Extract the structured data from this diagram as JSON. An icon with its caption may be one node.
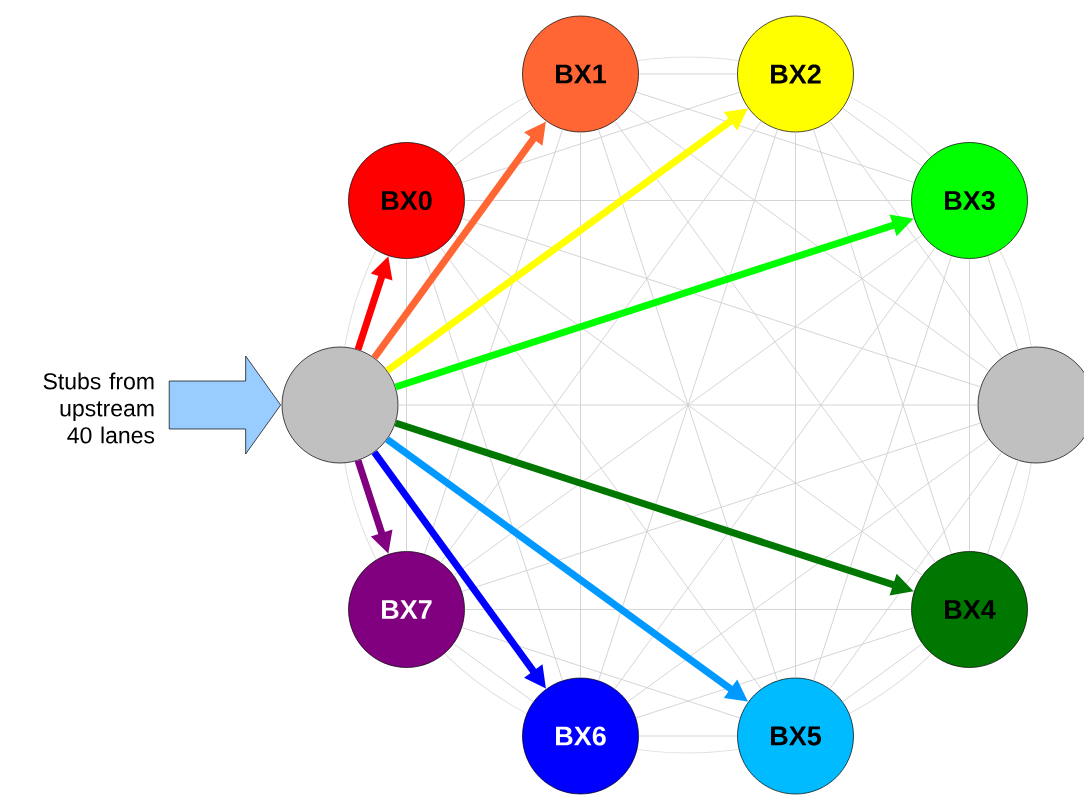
{
  "diagram": {
    "nodes": [
      {
        "text": [
          "Stubs from upstream 40 lanes"
        ]
      },
      {
        "text": [],
        "shape": "circle"
      },
      {
        "text": [
          "BX0"
        ]
      },
      {
        "text": [
          "BX1"
        ]
      },
      {
        "text": [
          "BX2"
        ]
      },
      {
        "text": [
          "BX3"
        ]
      },
      {
        "text": [],
        "shape": "circle"
      },
      {
        "text": [
          "BX4"
        ]
      },
      {
        "text": [
          "BX5"
        ]
      },
      {
        "text": [
          "BX6"
        ]
      },
      {
        "text": [
          "BX7"
        ]
      }
    ],
    "edges": [
      {
        "from": 1,
        "to": 2,
        "arrow": "none"
      },
      {
        "from": 1,
        "to": 3,
        "arrow": "none"
      },
      {
        "from": 1,
        "to": 4,
        "arrow": "none"
      },
      {
        "from": 1,
        "to": 5,
        "arrow": "none"
      },
      {
        "from": 1,
        "to": 6,
        "arrow": "none"
      },
      {
        "from": 1,
        "to": 7,
        "arrow": "none"
      },
      {
        "from": 1,
        "to": 8,
        "arrow": "none"
      },
      {
        "from": 1,
        "to": 9,
        "arrow": "none"
      },
      {
        "from": 1,
        "to": 10,
        "arrow": "none"
      },
      {
        "from": 2,
        "to": 3,
        "arrow": "none"
      },
      {
        "from": 2,
        "to": 4,
        "arrow": "none"
      },
      {
        "from": 2,
        "to": 5,
        "arrow": "none"
      },
      {
        "from": 2,
        "to": 6,
        "arrow": "none"
      },
      {
        "from": 2,
        "to": 7,
        "arrow": "none"
      },
      {
        "from": 2,
        "to": 8,
        "arrow": "none"
      },
      {
        "from": 2,
        "to": 9,
        "arrow": "none"
      },
      {
        "from": 2,
        "to": 10,
        "arrow": "none"
      },
      {
        "from": 3,
        "to": 4,
        "arrow": "none"
      },
      {
        "from": 3,
        "to": 5,
        "arrow": "none"
      },
      {
        "from": 3,
        "to": 6,
        "arrow": "none"
      },
      {
        "from": 3,
        "to": 7,
        "arrow": "none"
      },
      {
        "from": 3,
        "to": 8,
        "arrow": "none"
      },
      {
        "from": 3,
        "to": 9,
        "arrow": "none"
      },
      {
        "from": 3,
        "to": 10,
        "arrow": "none"
      },
      {
        "from": 4,
        "to": 5,
        "arrow": "none"
      },
      {
        "from": 4,
        "to": 6,
        "arrow": "none"
      },
      {
        "from": 4,
        "to": 7,
        "arrow": "none"
      },
      {
        "from": 4,
        "to": 8,
        "arrow": "none"
      },
      {
        "from": 4,
        "to": 9,
        "arrow": "none"
      },
      {
        "from": 4,
        "to": 10,
        "arrow": "none"
      },
      {
        "from": 5,
        "to": 6,
        "arrow": "none"
      },
      {
        "from": 5,
        "to": 7,
        "arrow": "none"
      },
      {
        "from": 5,
        "to": 8,
        "arrow": "none"
      },
      {
        "from": 5,
        "to": 9,
        "arrow": "none"
      },
      {
        "from": 5,
        "to": 10,
        "arrow": "none"
      },
      {
        "from": 6,
        "to": 7,
        "arrow": "none"
      },
      {
        "from": 6,
        "to": 8,
        "arrow": "none"
      },
      {
        "from": 6,
        "to": 9,
        "arrow": "none"
      },
      {
        "from": 6,
        "to": 10,
        "arrow": "none"
      },
      {
        "from": 7,
        "to": 8,
        "arrow": "none"
      },
      {
        "from": 7,
        "to": 9,
        "arrow": "none"
      },
      {
        "from": 7,
        "to": 10,
        "arrow": "none"
      },
      {
        "from": 8,
        "to": 9,
        "arrow": "none"
      },
      {
        "from": 8,
        "to": 10,
        "arrow": "none"
      },
      {
        "from": 9,
        "to": 10,
        "arrow": "none"
      },
      {
        "from": 0,
        "to": 1,
        "arrow": "to",
        "style": "thick",
        "color": "#99ccff"
      },
      {
        "from": 1,
        "to": 2,
        "arrow": "to",
        "style": "thick",
        "color": "#ff0000"
      },
      {
        "from": 1,
        "to": 3,
        "arrow": "to",
        "style": "thick",
        "color": "#ff6633"
      },
      {
        "from": 1,
        "to": 4,
        "arrow": "to",
        "style": "thick",
        "color": "#ffff00"
      },
      {
        "from": 1,
        "to": 5,
        "arrow": "to",
        "style": "thick",
        "color": "#00ff00"
      },
      {
        "from": 1,
        "to": 7,
        "arrow": "to",
        "style": "thick",
        "color": "#007700"
      },
      {
        "from": 1,
        "to": 8,
        "arrow": "to",
        "style": "thick",
        "color": "#0099ff"
      },
      {
        "from": 1,
        "to": 9,
        "arrow": "to",
        "style": "thick",
        "color": "#0000ff"
      },
      {
        "from": 1,
        "to": 10,
        "arrow": "to",
        "style": "thick",
        "color": "#800080"
      }
    ]
  }
}
